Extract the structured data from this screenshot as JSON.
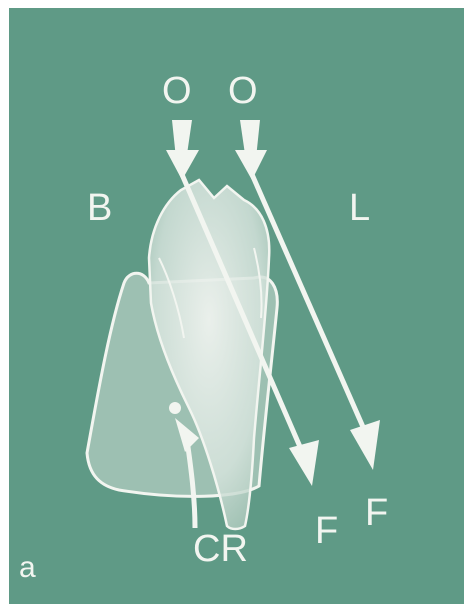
{
  "figure": {
    "panel_label": "a",
    "labels": {
      "occlusal_left": "O",
      "occlusal_right": "O",
      "buccal": "B",
      "lingual": "L",
      "force_left": "F",
      "force_right": "F",
      "center_of_resistance": "CR"
    },
    "colors": {
      "background": "#5f9a86",
      "drawing": "#f2f5f0"
    }
  }
}
